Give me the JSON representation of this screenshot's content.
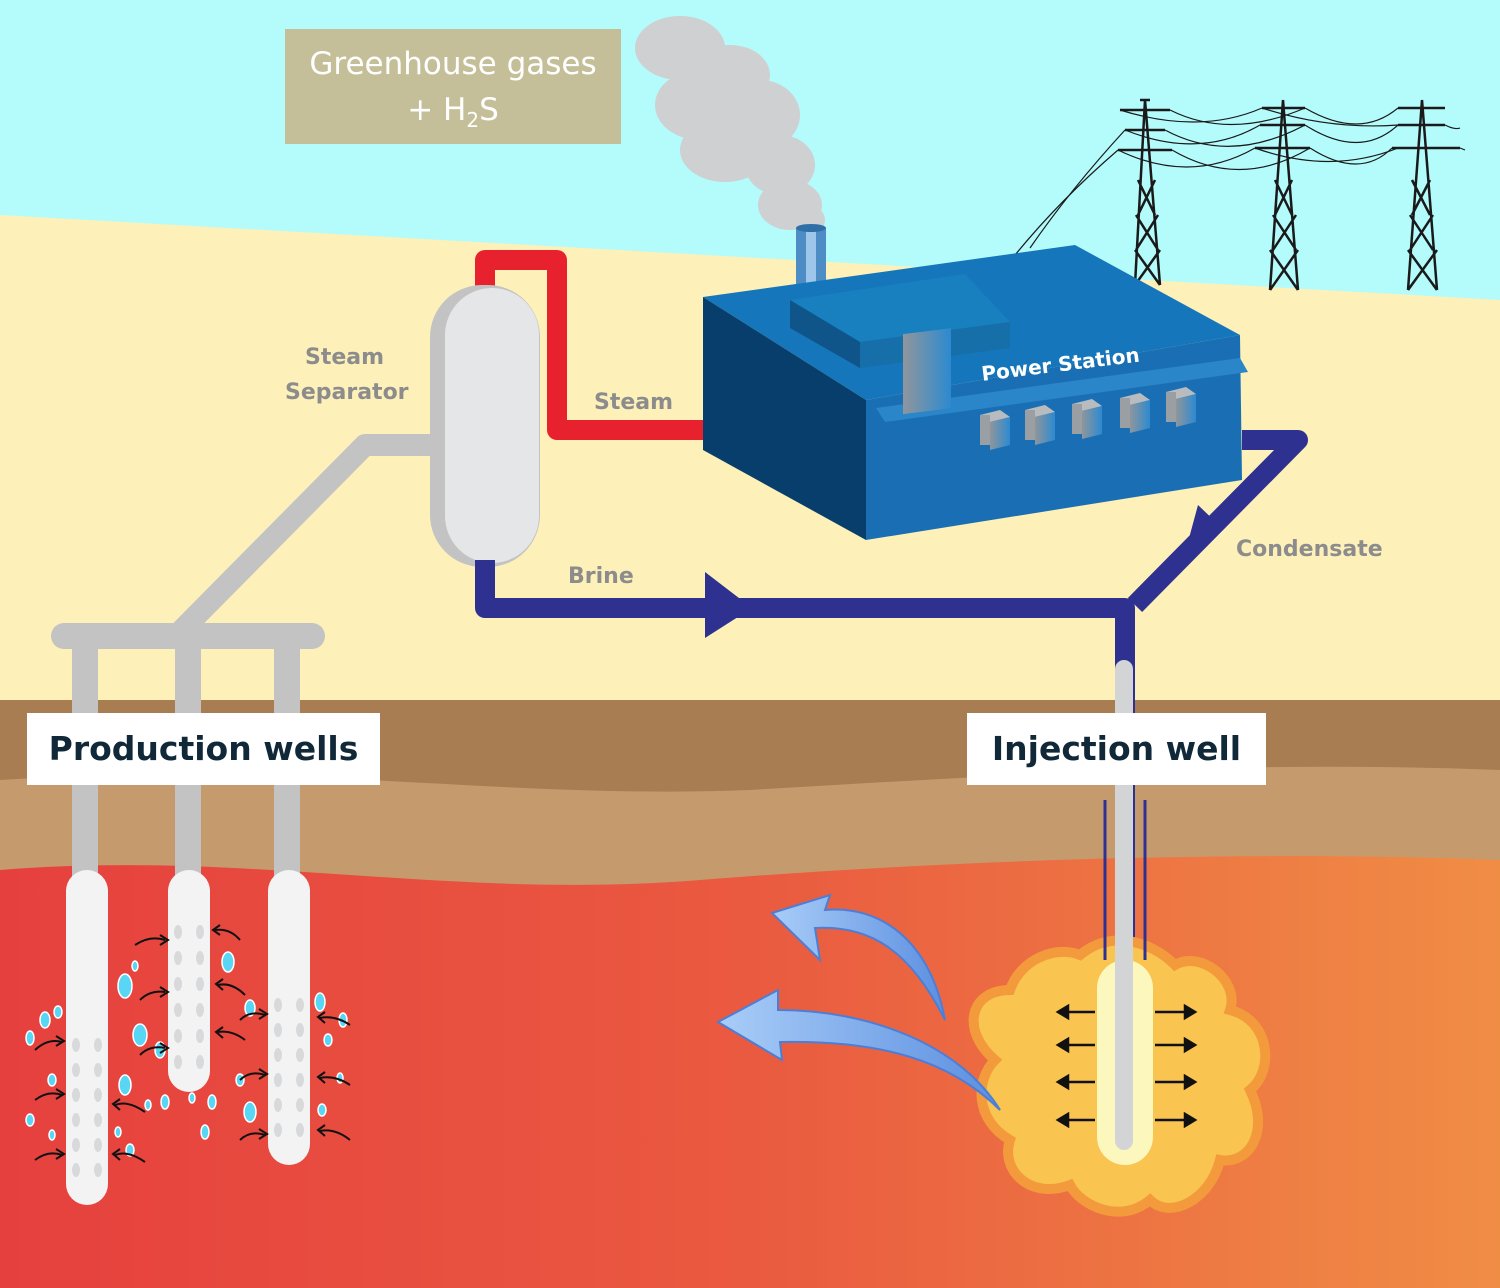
{
  "labels": {
    "emissions_line1": "Greenhouse gases",
    "emissions_line2_prefix": "+ H",
    "emissions_line2_sub": "2",
    "emissions_line2_suffix": "S",
    "separator_line1": "Steam",
    "separator_line2": "Separator",
    "steam": "Steam",
    "power_station": "Power Station",
    "brine": "Brine",
    "condensate": "Condensate",
    "production_wells": "Production wells",
    "injection_well": "Injection well"
  },
  "colors": {
    "sky": "#b4fbfc",
    "ground_surface": "#fdf1b9",
    "soil_dark": "#a97d52",
    "soil_light": "#c59b6e",
    "hot_rock_left": "#e6433f",
    "hot_rock_right": "#f08b44",
    "steam_pipe": "#e8212e",
    "brine_pipe": "#2e3190",
    "separator_pipe": "#c3c3c4",
    "power_station": "#1167b1",
    "label_box": "#c4bf98",
    "fracture_zone": "#f7ba4a"
  },
  "icons": [
    "smoke-plume-icon",
    "power-pylon-icon",
    "flow-arrow-icon",
    "water-bubble-icon"
  ]
}
